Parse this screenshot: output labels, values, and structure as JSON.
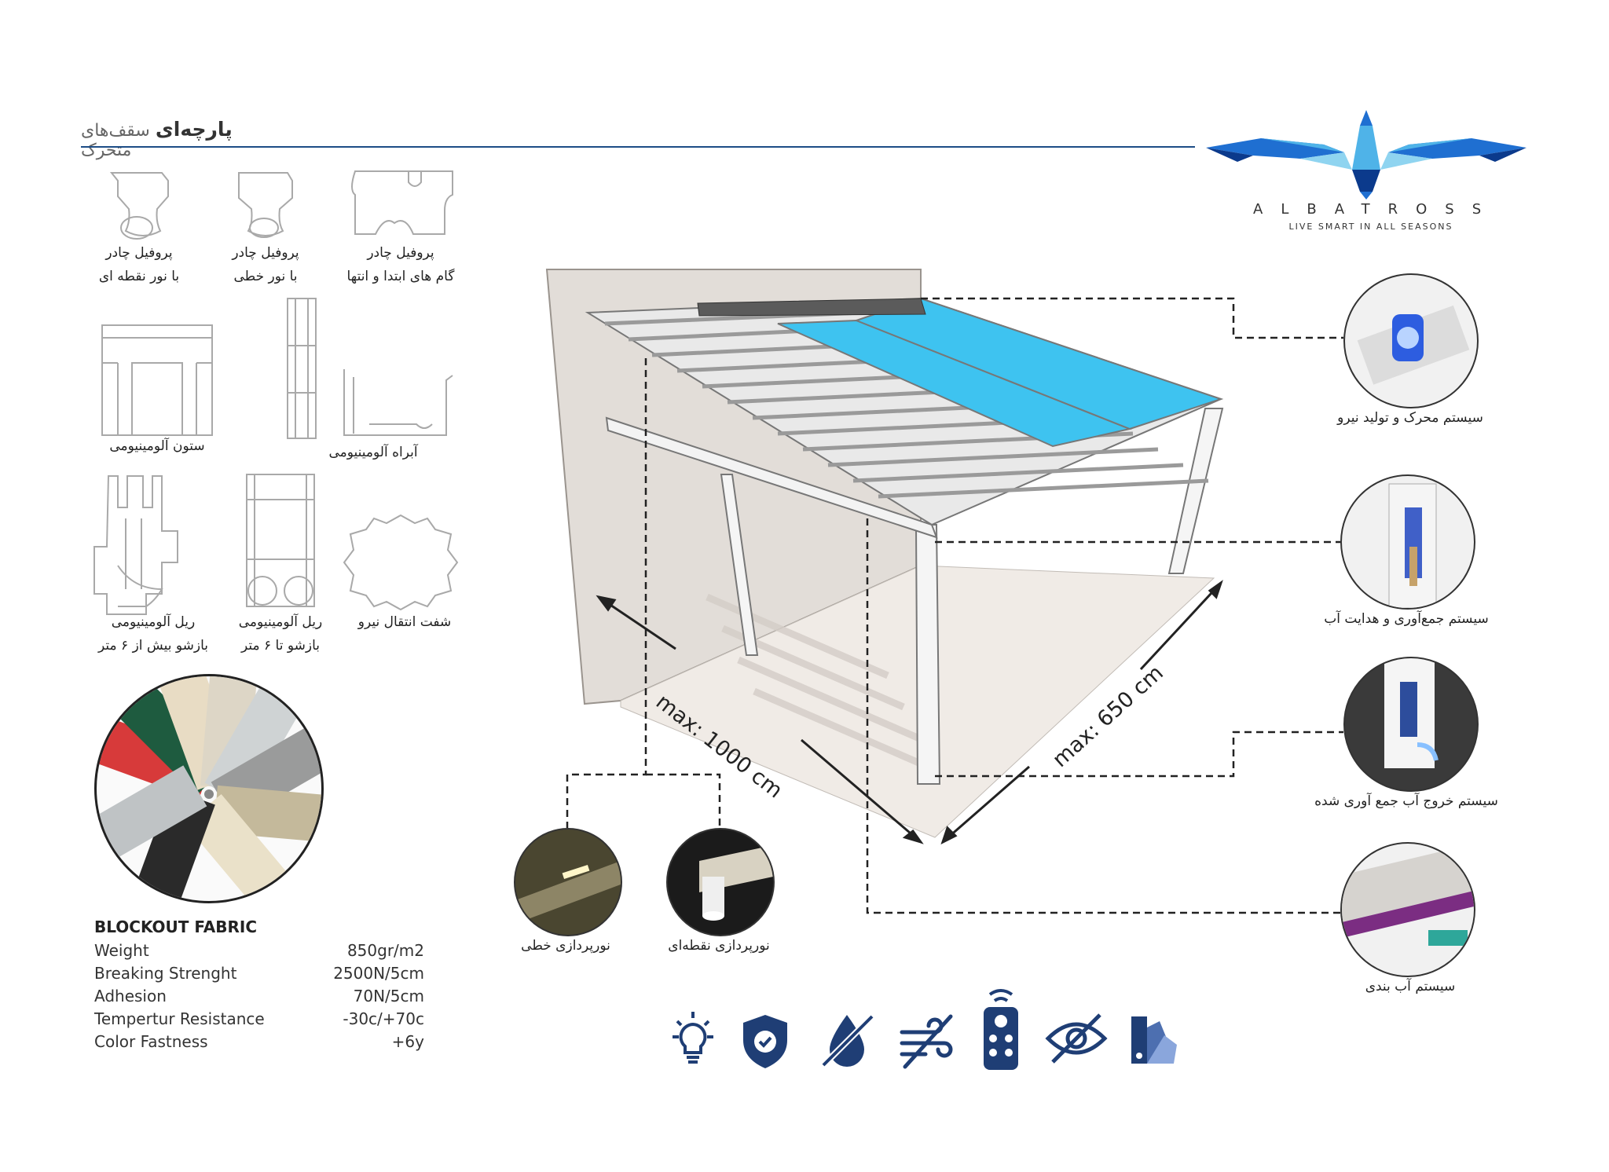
{
  "header": {
    "title_prefix": "سقف‌های متحرک",
    "title_bold": "پارچه‌ای"
  },
  "brand": {
    "name": "ALBATROSS",
    "tagline": "LIVE SMART IN ALL SEASONS",
    "colors": [
      "#0b3a8c",
      "#1f6fd1",
      "#4fb3e8",
      "#8fd4f0"
    ]
  },
  "profiles": [
    {
      "line1": "پروفیل چادر",
      "line2": "با نور نقطه ای"
    },
    {
      "line1": "پروفیل چادر",
      "line2": "با نور خطی"
    },
    {
      "line1": "پروفیل چادر",
      "line2": "گام های ابتدا و انتها"
    },
    {
      "line1": "ستون آلومینیومی",
      "line2": ""
    },
    {
      "line1": "آبراه آلومینیومی",
      "line2": ""
    },
    {
      "line1": "ریل آلومینیومی",
      "line2": "بازشو بیش از ۶ متر"
    },
    {
      "line1": "ریل آلومینیومی",
      "line2": "بازشو تا ۶ متر"
    },
    {
      "line1": "شفت انتقال نیرو",
      "line2": ""
    }
  ],
  "fabric": {
    "title": "BLOCKOUT FABRIC",
    "rows": [
      {
        "label": "Weight",
        "value": "850gr/m2"
      },
      {
        "label": "Breaking Strenght",
        "value": "2500N/5cm"
      },
      {
        "label": "Adhesion",
        "value": "70N/5cm"
      },
      {
        "label": "Tempertur Resistance",
        "value": "-30c/+70c"
      },
      {
        "label": "Color Fastness",
        "value": "+6y"
      }
    ],
    "swatch_colors": [
      "#d73a3a",
      "#1e5b3f",
      "#e8dcc4",
      "#ddd6c6",
      "#cfd3d4",
      "#9a9b9b",
      "#2a2a2a",
      "#eae1c9",
      "#c4b99b"
    ]
  },
  "dimensions": {
    "length": "max: 1000 cm",
    "width": "max: 650 cm"
  },
  "features": {
    "drive": "سیستم محرک و تولید نیرو",
    "gutter_collect": "سیستم جمع‌آوری و هدایت آب",
    "drain": "سیستم خروج آب جمع آوری شده",
    "waterproof": "سیستم آب بندی",
    "line_light": "نورپردازی خطی",
    "spot_light": "نورپردازی نقطه‌ای"
  },
  "bottom_icons": [
    "light-bulb-icon",
    "shield-check-icon",
    "waterproof-icon",
    "wind-off-icon",
    "remote-control-icon",
    "eye-off-icon",
    "color-swatch-icon"
  ],
  "colors": {
    "fabric_blue": "#3ec3f0",
    "icon_navy": "#1f3e75",
    "rule_blue": "#1d4d86"
  }
}
